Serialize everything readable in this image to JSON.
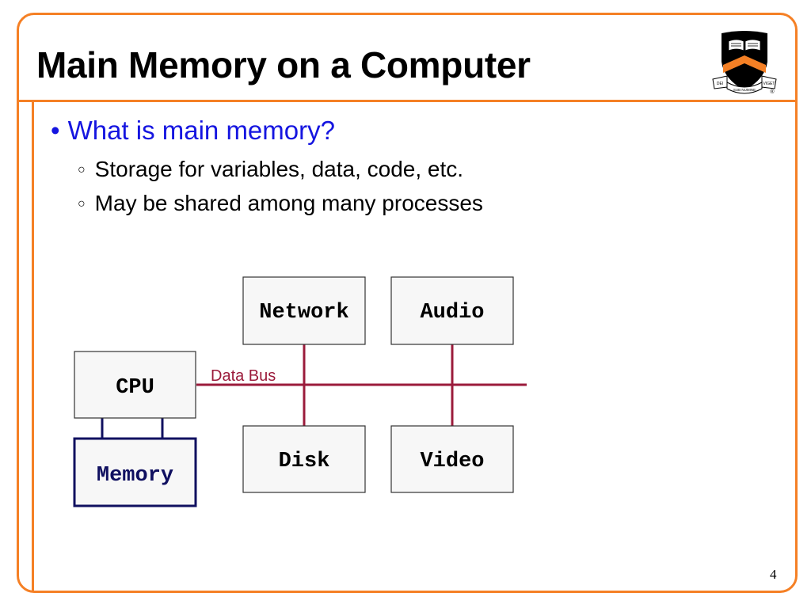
{
  "slide": {
    "title": "Main Memory on a Computer",
    "page_number": "4"
  },
  "logo": {
    "mark_text": "®",
    "ribbon_text_left": "DEI",
    "ribbon_text_center": "SUB NUMINE",
    "ribbon_text_right": "VIGET"
  },
  "bullets": {
    "level1": "What is main memory?",
    "level2": [
      "Storage for variables, data, code, etc.",
      "May be shared among many processes"
    ]
  },
  "diagram": {
    "cpu": "CPU",
    "memory": "Memory",
    "network": "Network",
    "audio": "Audio",
    "disk": "Disk",
    "video": "Video",
    "bus_label": "Data Bus"
  },
  "colors": {
    "frame": "#F58025",
    "bullet_l1": "#1515E0",
    "bus": "#9B1B3B",
    "memory_border": "#101060",
    "memory_text": "#101060",
    "box_fill": "#F7F7F7"
  }
}
